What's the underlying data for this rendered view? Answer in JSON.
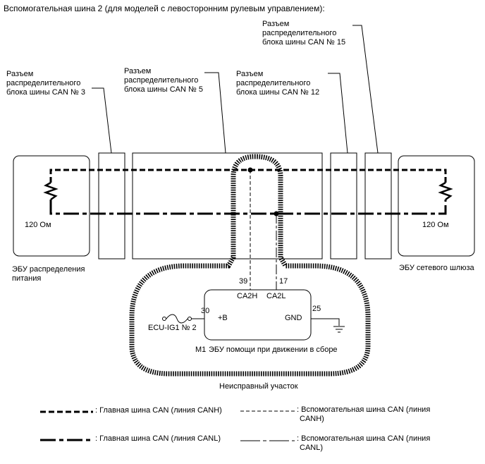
{
  "title": "Вспомогательная шина 2 (для моделей с левосторонним рулевым управлением):",
  "connectors": {
    "c3": [
      "Разъем",
      "распределительного",
      "блока шины CAN № 3"
    ],
    "c5": [
      "Разъем",
      "распределительного",
      "блока шины CAN № 5"
    ],
    "c12": [
      "Разъем",
      "распределительного",
      "блока шины CAN № 12"
    ],
    "c15": [
      "Разъем",
      "распределительного",
      "блока шины CAN № 15"
    ]
  },
  "resistor_left": "120 Ом",
  "resistor_right": "120 Ом",
  "ecu_left": [
    "ЭБУ распределения",
    "питания"
  ],
  "ecu_right": "ЭБУ сетевого шлюза",
  "module": {
    "pin_ca2h": "39",
    "pin_ca2l": "17",
    "pin_b": "30",
    "pin_gnd": "25",
    "label_ca2h": "CA2H",
    "label_ca2l": "CA2L",
    "label_b": "+B",
    "label_gnd": "GND",
    "fuse_label": "ECU-IG1 № 2",
    "code": "M1",
    "name": "ЭБУ помощи при движении в сборе"
  },
  "faulty_area": "Неисправный участок",
  "legend": {
    "main_canh": ": Главная шина CAN (линия CANH)",
    "main_canl": ": Главная шина CAN (линия CANL)",
    "aux_canh": [
      ": Вспомогательная шина CAN (линия",
      "CANH)"
    ],
    "aux_canl": [
      ": Вспомогательная шина CAN (линия",
      "CANL)"
    ]
  }
}
